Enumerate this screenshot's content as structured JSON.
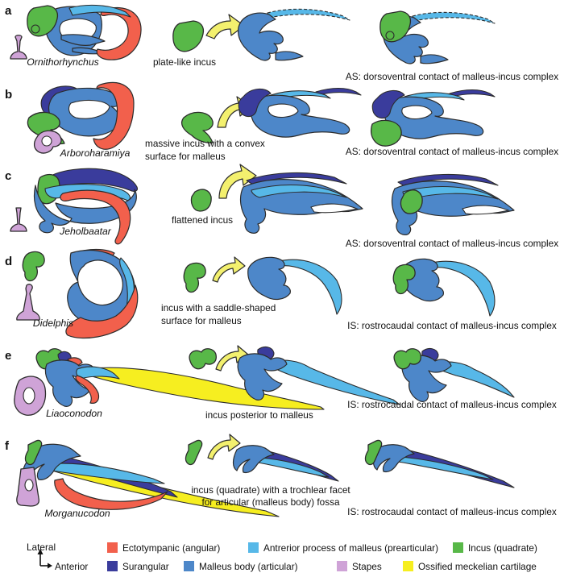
{
  "rows": [
    {
      "letter": "a",
      "taxon": "Ornithorhynchus",
      "mid1": "plate-like incus",
      "mid2": "",
      "right": "AS: dorsoventral contact of malleus-incus complex"
    },
    {
      "letter": "b",
      "taxon": "Arboroharamiya",
      "mid1": "massive incus with a convex",
      "mid2": "surface for malleus",
      "right": "AS: dorsoventral contact of malleus-incus complex"
    },
    {
      "letter": "c",
      "taxon": "Jeholbaatar",
      "mid1": "flattened incus",
      "mid2": "",
      "right": "AS: dorsoventral contact of malleus-incus complex"
    },
    {
      "letter": "d",
      "taxon": "Didelphis",
      "mid1": "incus with a saddle-shaped",
      "mid2": "surface for malleus",
      "right": "IS: rostrocaudal contact of malleus-incus complex"
    },
    {
      "letter": "e",
      "taxon": "Liaoconodon",
      "mid1": "incus posterior to malleus",
      "mid2": "",
      "right": "IS: rostrocaudal contact of malleus-incus complex"
    },
    {
      "letter": "f",
      "taxon": "Morganucodon",
      "mid1": "incus (quadrate) with a trochlear facet",
      "mid2": "for articular (malleus body) fossa",
      "right": "IS: rostrocaudal contact of malleus-incus complex"
    }
  ],
  "legend": {
    "axis": {
      "vertical": "Lateral",
      "horizontal": "Anterior"
    },
    "row1": [
      {
        "key": "ectotympanic",
        "label": "Ectotympanic (angular)"
      },
      {
        "key": "anterior_process",
        "label": "Antrerior process of malleus (prearticular)"
      },
      {
        "key": "incus",
        "label": "Incus (quadrate)"
      }
    ],
    "row2": [
      {
        "key": "surangular",
        "label": "Surangular"
      },
      {
        "key": "malleus_body",
        "label": "Malleus body (articular)"
      },
      {
        "key": "stapes",
        "label": "Stapes"
      },
      {
        "key": "meckelian",
        "label": "Ossified meckelian cartilage"
      }
    ]
  },
  "colors": {
    "ectotympanic": "#F2604C",
    "anterior_process": "#57B8E8",
    "incus": "#58B848",
    "surangular": "#3A3C9C",
    "malleus_body": "#4D87C9",
    "stapes": "#CFA3D7",
    "meckelian": "#F6EE20",
    "arrow": "#F3F06E"
  }
}
